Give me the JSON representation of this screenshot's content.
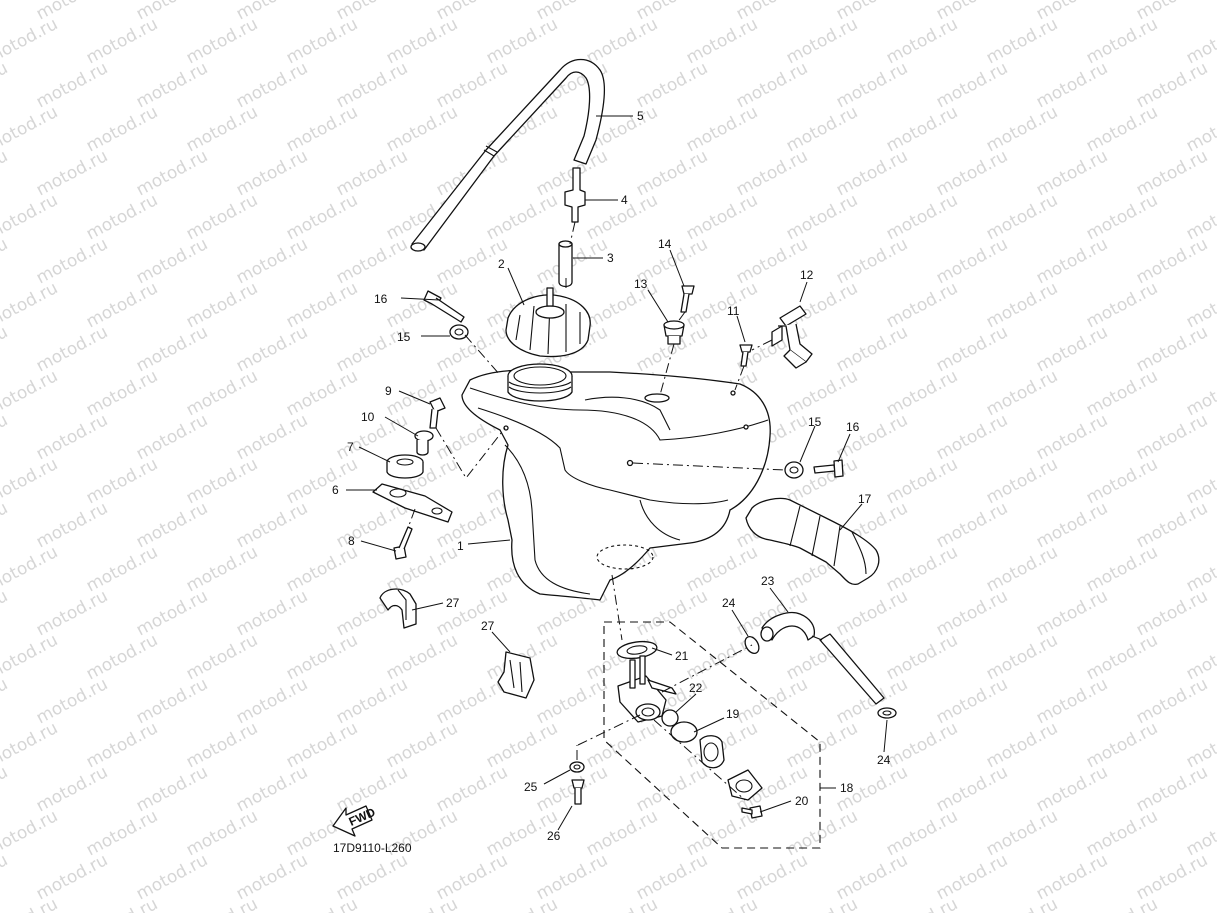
{
  "watermark": {
    "text": "motod.ru",
    "color": "#d6d6d6"
  },
  "diagram_code": "17D9110-L260",
  "fwd_label": "FWD",
  "callouts": {
    "c1": "1",
    "c2": "2",
    "c3": "3",
    "c4": "4",
    "c5": "5",
    "c6": "6",
    "c7": "7",
    "c8": "8",
    "c9": "9",
    "c10": "10",
    "c11": "11",
    "c12": "12",
    "c13": "13",
    "c14": "14",
    "c15a": "15",
    "c15b": "15",
    "c16a": "16",
    "c16b": "16",
    "c17": "17",
    "c18": "18",
    "c19": "19",
    "c20": "20",
    "c21": "21",
    "c22": "22",
    "c23": "23",
    "c24a": "24",
    "c24b": "24",
    "c25": "25",
    "c26": "26",
    "c27a": "27",
    "c27b": "27"
  }
}
